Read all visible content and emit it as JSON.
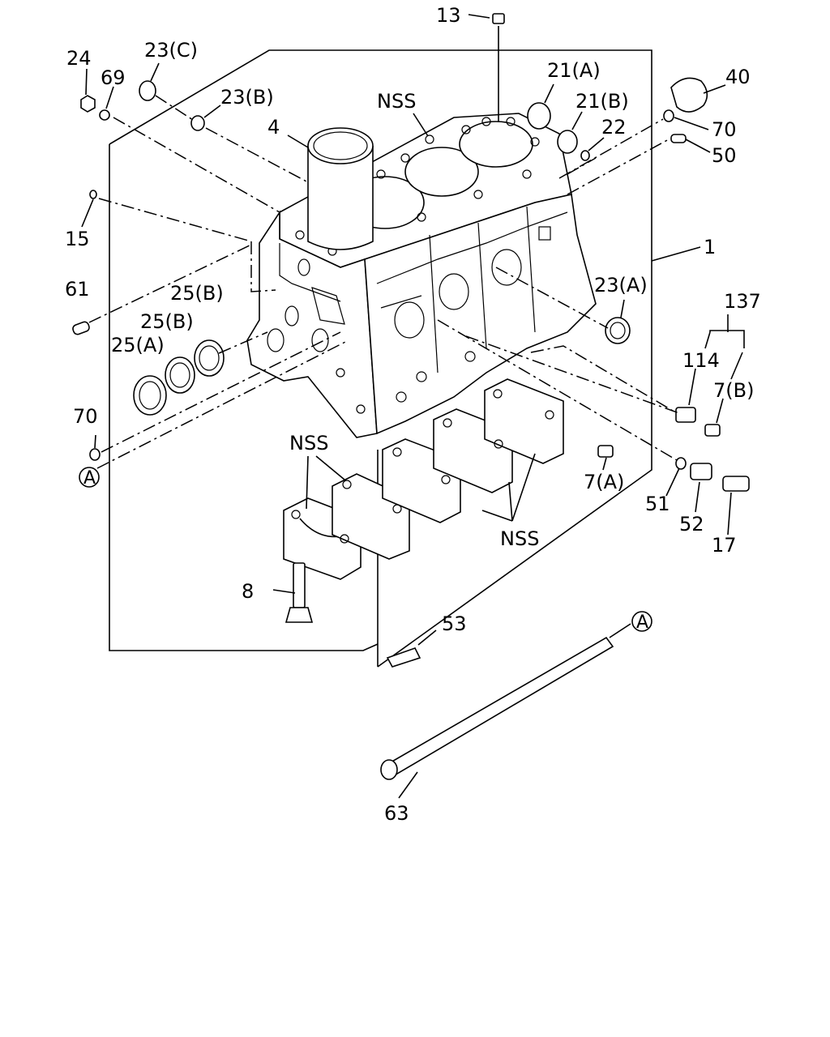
{
  "labels": {
    "l13": "13",
    "l24": "24",
    "l23c": "23(C)",
    "l69": "69",
    "l23b": "23(B)",
    "l21a": "21(A)",
    "l40": "40",
    "lnss_top": "NSS",
    "l21b": "21(B)",
    "l4": "4",
    "l22": "22",
    "l70_right": "70",
    "l50": "50",
    "l15": "15",
    "l1": "1",
    "l61": "61",
    "l25b_1": "25(B)",
    "l25b_2": "25(B)",
    "l25a": "25(A)",
    "l23a": "23(A)",
    "l137": "137",
    "l114": "114",
    "l7b": "7(B)",
    "l70_left": "70",
    "lA_left": "A",
    "lnss_left": "NSS",
    "l7a": "7(A)",
    "l51": "51",
    "l52": "52",
    "l17": "17",
    "lnss_bottom": "NSS",
    "l8": "8",
    "l53": "53",
    "lA_right": "A",
    "l63": "63"
  }
}
